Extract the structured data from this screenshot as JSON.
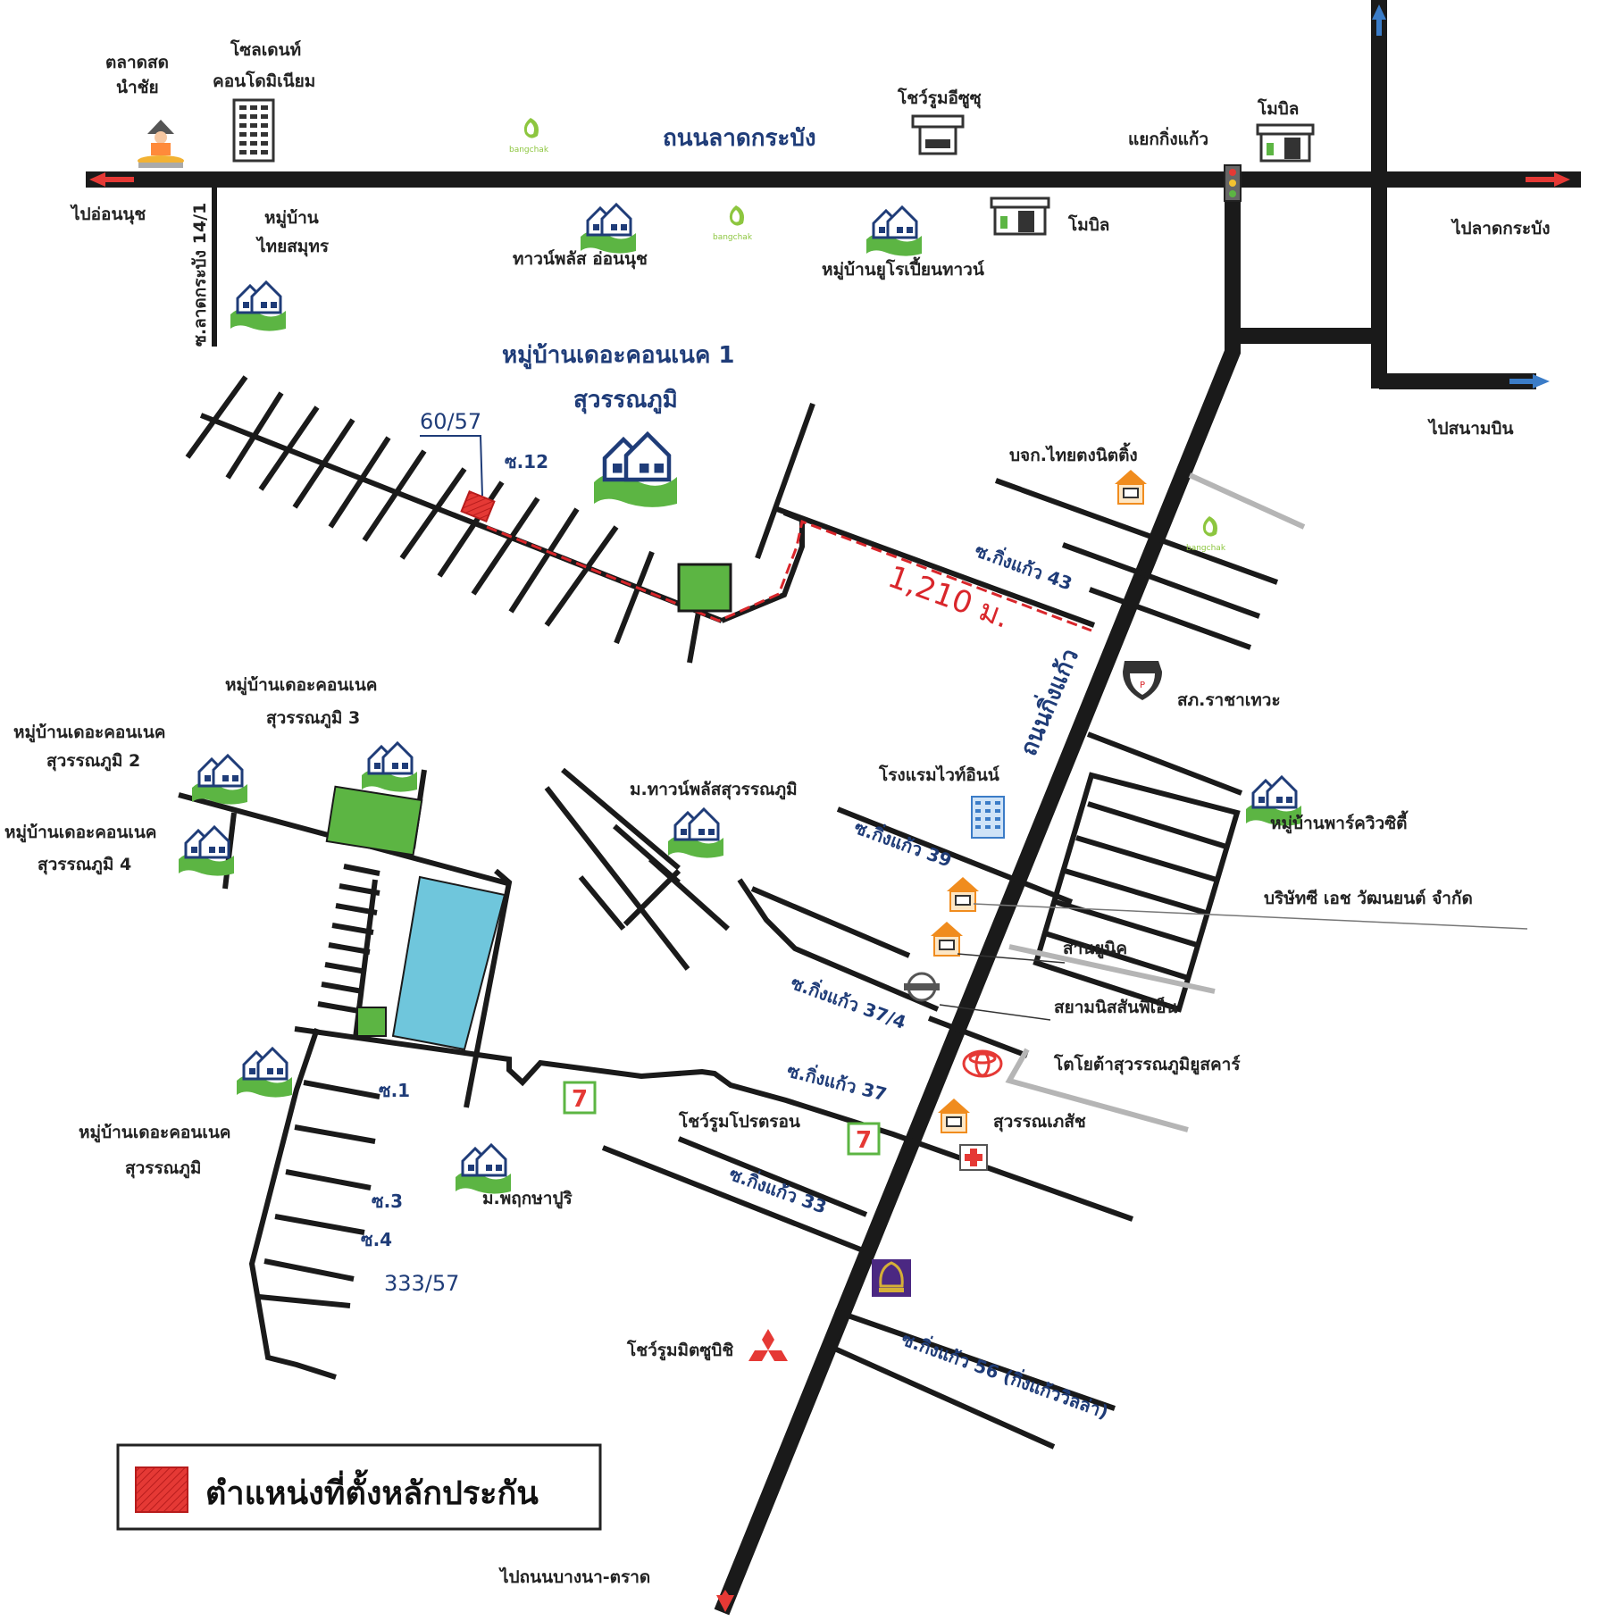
{
  "roads": {
    "main_road": "ถนนลาดกระบัง",
    "kingkaew_road": "ถนนกิ่งแก้ว",
    "soi_ladkrabang_14_1": "ซ.ลาดกระบัง 14/1",
    "soi_kingkaew_43": "ซ.กิ่งแก้ว 43",
    "soi_kingkaew_39": "ซ.กิ่งแก้ว 39",
    "soi_kingkaew_37_4": "ซ.กิ่งแก้ว 37/4",
    "soi_kingkaew_37": "ซ.กิ่งแก้ว 37",
    "soi_kingkaew_33": "ซ.กิ่งแก้ว 33",
    "soi_kingkaew_56": "ซ.กิ่งแก้ว 56 (กิ่งแก้ววิลล่า)",
    "soi_12": "ซ.12",
    "soi_1": "ซ.1",
    "soi_3": "ซ.3",
    "soi_4": "ซ.4"
  },
  "directions": {
    "to_onnut": "ไปอ่อนนุช",
    "to_ladkrabang": "ไปลาดกระบัง",
    "to_airport": "ไปสนามบิน",
    "to_bangna_trat": "ไปถนนบางนา-ตราด"
  },
  "places": {
    "talad_line1": "ตลาดสด",
    "talad_line2": "นำชัย",
    "condo_line1": "โซลเดนท์",
    "condo_line2": "คอนโดมิเนียม",
    "isuzu_showroom": "โชว์รูมอีซูซุ",
    "yaek_kingkaew": "แยกกิ่งแก้ว",
    "mobil_top": "โมบิล",
    "mobil_mid": "โมบิล",
    "thaisamut_line1": "หมู่บ้าน",
    "thaisamut_line2": "ไทยสมุทร",
    "townplus_onnut": "ทาวน์พลัส อ่อนนุช",
    "urban_town": "หมู่บ้านยูโรเปี้ยนทาวน์",
    "connect1_line1": "หมู่บ้านเดอะคอนเนค 1",
    "connect1_line2": "สุวรรณภูมิ",
    "thai_tung": "บจก.ไทยตงนิตติ้ง",
    "police": "สภ.ราชาเทวะ",
    "connect3_line1": "หมู่บ้านเดอะคอนเนค",
    "connect3_line2": "สุวรรณภูมิ 3",
    "connect2_line1": "หมู่บ้านเดอะคอนเนค",
    "connect2_line2": "สุวรรณภูมิ 2",
    "connect4_line1": "หมู่บ้านเดอะคอนเนค",
    "connect4_line2": "สุวรรณภูมิ 4",
    "townplus_suvarnabhumi": "ม.ทาวน์พลัสสุวรรณภูมิ",
    "white_inn": "โรงแรมไวท์อินน์",
    "park_city": "หมู่บ้านพาร์ควิวซิตี้",
    "eh_company": "บริษัทซี เอช วัฒนยนต์ จำกัด",
    "sanyunik": "สานยูนิค",
    "siam_nissan": "สยามนิสสันพีเอ็น",
    "toyota": "โตโยต้าสุวรรณภูมิยูสคาร์",
    "connect_main_line1": "หมู่บ้านเดอะคอนเนค",
    "connect_main_line2": "สุวรรณภูมิ",
    "proton_showroom": "โชว์รูมโปรตรอน",
    "suvarnabhumi_clinic": "สุวรรณเภสัช",
    "pruksa": "ม.พฤกษาปูริ",
    "mitsubishi_showroom": "โชว์รูมมิตซูบิชิ"
  },
  "markers": {
    "parcel_1": "60/57",
    "parcel_2": "333/57",
    "distance": "1,210 ม."
  },
  "legend": {
    "label": "ตำแหน่งที่ตั้งหลักประกัน"
  },
  "colors": {
    "road": "#1a1a1a",
    "collateral": "#e53935",
    "distance_line": "#d9262b",
    "green_area": "#5cb543",
    "pond": "#6fc6dc",
    "label_blue": "#1f3c78",
    "arrow_red": "#e53935",
    "arrow_blue": "#3b7cc7"
  },
  "icons": [
    "market-icon",
    "condo-icon",
    "bangchak-icon",
    "showroom-icon",
    "mobil-icon",
    "traffic-light-icon",
    "village-icon",
    "hotel-icon",
    "police-icon",
    "shop-house-icon",
    "nissan-icon",
    "toyota-icon",
    "seven-eleven-icon",
    "hospital-icon",
    "scb-icon",
    "mitsubishi-icon"
  ]
}
